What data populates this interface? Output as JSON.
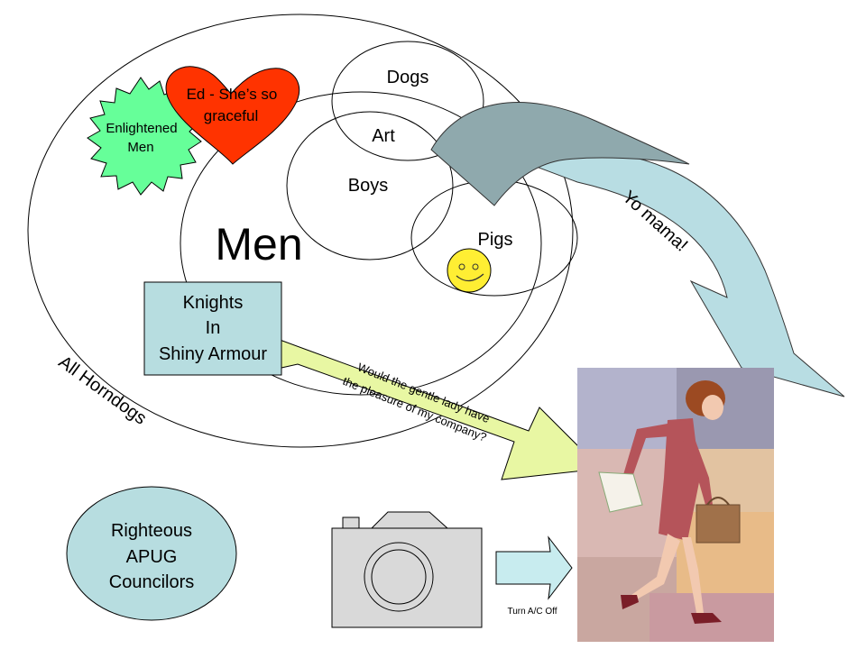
{
  "labels": {
    "dogs": "Dogs",
    "art": "Art",
    "boys": "Boys",
    "pigs": "Pigs",
    "men": "Men",
    "all_horndogs": "All Horndogs",
    "yo_mama": "Yo mama!",
    "enlightened_line1": "Enlightened",
    "enlightened_line2": "Men",
    "heart_line1": "Ed - She’s so",
    "heart_line2": "graceful",
    "knights_line1": "Knights",
    "knights_line2": "In",
    "knights_line3": "Shiny Armour",
    "gentle_line1": "Would the gentle lady have",
    "gentle_line2": "the pleasure of my company?",
    "righteous_line1": "Righteous",
    "righteous_line2": "APUG",
    "righteous_line3": "Councilors",
    "turn_ac_off": "Turn A/C Off"
  },
  "colors": {
    "enlightened_burst": "#66ff99",
    "heart": "#ff3300",
    "smiley": "#ffee33",
    "knights_box": "#b7dde0",
    "righteous_ellipse": "#b7dde0",
    "gentle_arrow": "#e8f7a3",
    "curved_arrow_dark": "#8fa9ad",
    "curved_arrow_light": "#b8dde3",
    "small_arrow": "#c8ecef",
    "camera": "#d9d9d9"
  },
  "icons": {
    "camera": "camera-icon",
    "woman": "walking-woman-clipart",
    "smiley": "smiley-face-icon"
  }
}
